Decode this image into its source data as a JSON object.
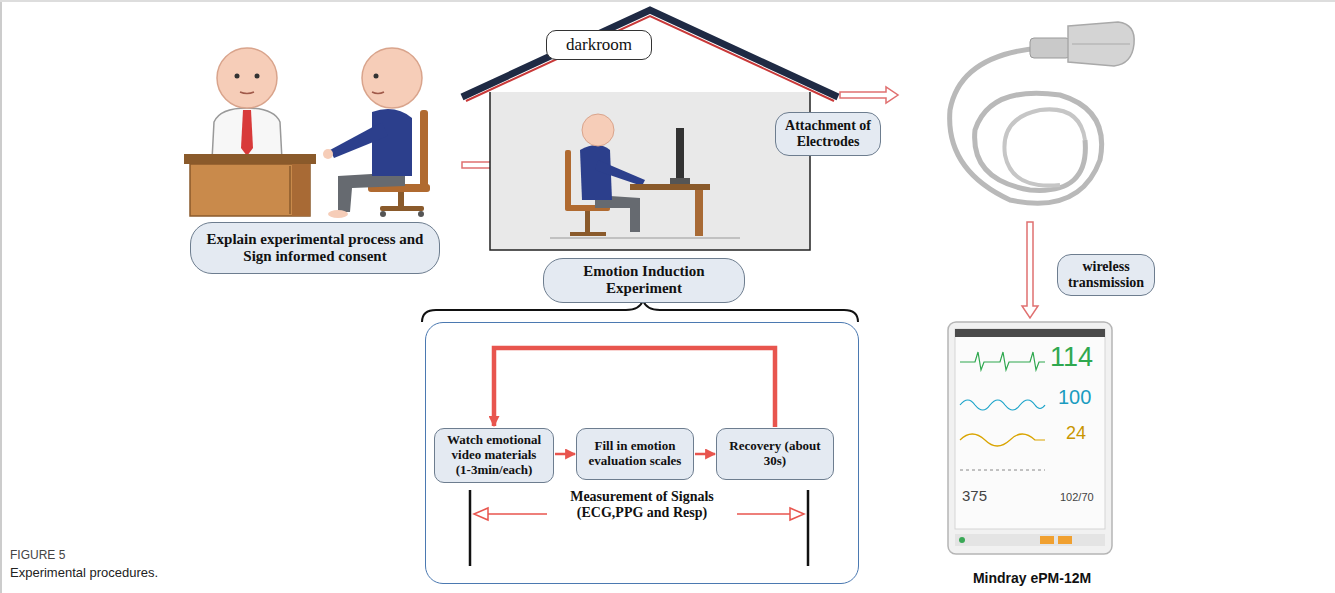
{
  "diagram": {
    "caption": "Experimental procedures.",
    "nodes": [
      {
        "text": [
          "Explain experimental process and Sign informed consent"
        ]
      },
      {
        "text": [
          "darkroom"
        ]
      },
      {
        "text": [
          "Emotion Induction Experiment"
        ]
      },
      {
        "text": [
          "Measurement of Signals (ECG,PPG and Resp)"
        ]
      },
      {
        "text": [
          "Watch emotional video materials (1-3min/each)"
        ],
        "in": 3
      },
      {
        "text": [
          "Fill in emotion evaluation scales"
        ],
        "in": 3
      },
      {
        "text": [
          "Recovery (about 30s)"
        ],
        "in": 3
      },
      {
        "text": [
          "Attachment of Electrodes"
        ]
      },
      {
        "text": [
          "wireless transmission"
        ]
      }
    ],
    "edges": [
      {
        "from": 4,
        "to": 5,
        "arrow": "to"
      },
      {
        "from": 5,
        "to": 6,
        "arrow": "to"
      },
      {
        "from": 6,
        "to": 4,
        "arrow": "to"
      }
    ],
    "labels": [
      "Mindray ePM-12M",
      "114",
      "100",
      "24",
      "375",
      "102/70",
      "FIGURE 5"
    ]
  }
}
